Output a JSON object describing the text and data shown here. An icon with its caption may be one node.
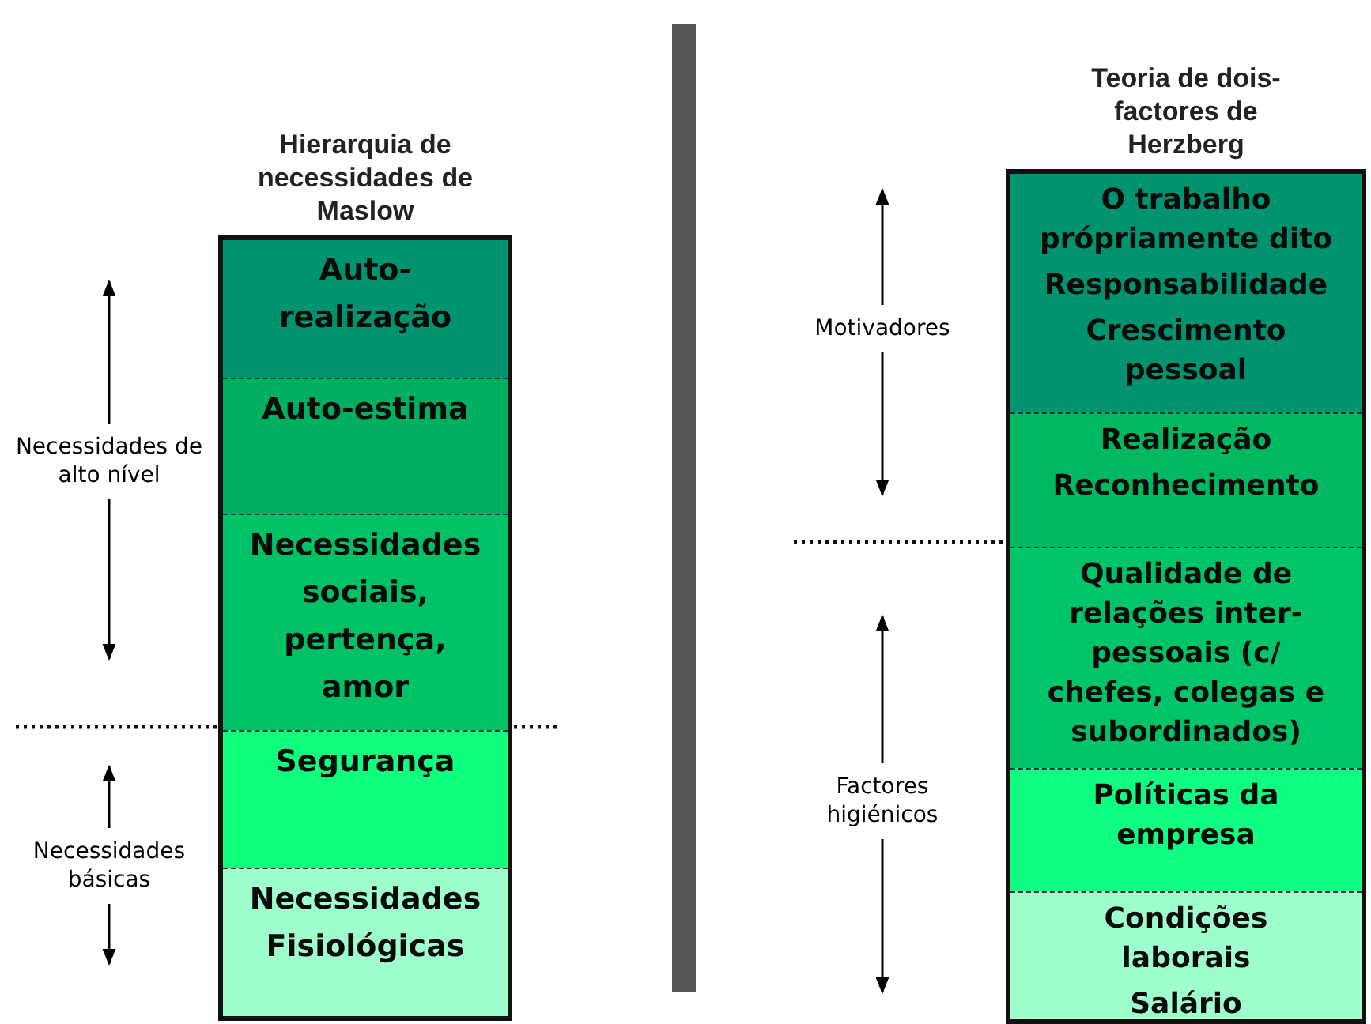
{
  "diagram": {
    "nodes": [
      {
        "text": [
          "Hierarquia de necessidades de Maslow"
        ]
      },
      {
        "text": [
          "Auto-realização"
        ],
        "in": 0
      },
      {
        "text": [
          "Auto-estima"
        ],
        "in": 0
      },
      {
        "text": [
          "Necessidades sociais, pertença, amor"
        ],
        "in": 0
      },
      {
        "text": [
          "Segurança"
        ],
        "in": 0
      },
      {
        "text": [
          "Necessidades Fisiológicas"
        ],
        "in": 0
      },
      {
        "text": [],
        "shape": "bar"
      },
      {
        "text": [
          "Teoria de dois-factores de Herzberg"
        ]
      },
      {
        "text": [
          "O trabalho própriamente dito",
          "Responsabilidade",
          "Crescimento pessoal"
        ],
        "in": 7
      },
      {
        "text": [
          "Realização",
          "Reconhecimento"
        ],
        "in": 7
      },
      {
        "text": [
          "Qualidade de relações inter-pessoais (c/ chefes, colegas e subordinados)"
        ],
        "in": 7
      },
      {
        "text": [
          "Políticas da empresa"
        ],
        "in": 7
      },
      {
        "text": [
          "Condições laborais",
          "Salário"
        ],
        "in": 7
      }
    ],
    "labels": [
      "Necessidades de alto nível",
      "Necessidades básicas",
      "Motivadores",
      "Factores higiénicos"
    ]
  }
}
